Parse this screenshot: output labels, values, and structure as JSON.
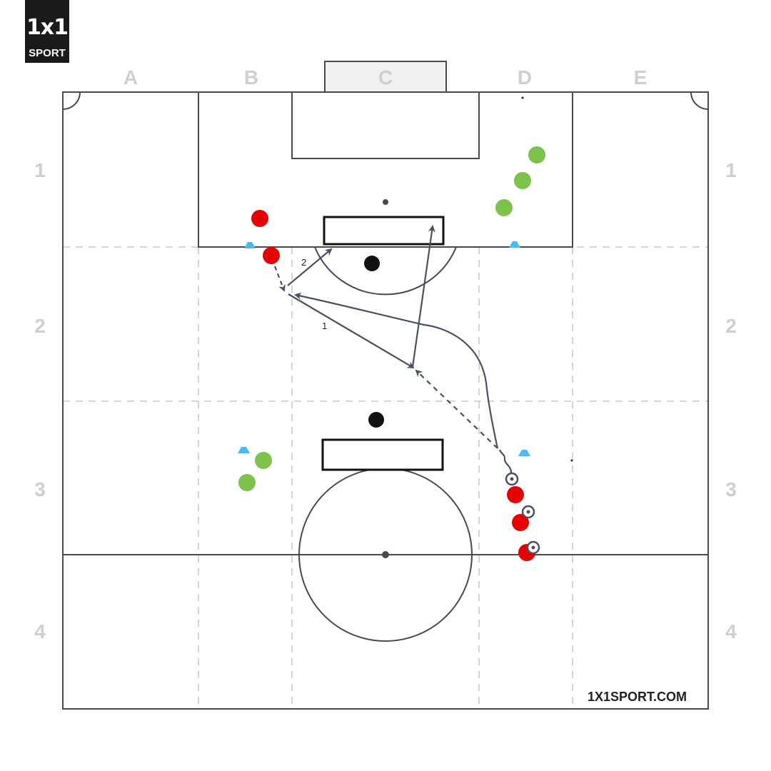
{
  "logo": {
    "mark": "1x1",
    "sub": "SPORT"
  },
  "column_labels": [
    "A",
    "B",
    "C",
    "D",
    "E"
  ],
  "row_labels": [
    "1",
    "2",
    "3",
    "4"
  ],
  "annotations": {
    "pass_1": "1",
    "pass_2": "2"
  },
  "website": "1X1SPORT.COM",
  "colors": {
    "line": "#4a4a4a",
    "grid_dash": "#bdbdbd",
    "arrow": "#4b5165",
    "red_player": "#e60000",
    "green_player": "#7dc24a",
    "cone": "#4fb8f0",
    "mini_goal": "#111111",
    "goal_fill": "#f0f0f0",
    "label": "#cfcfcf"
  },
  "icons": [
    "ball-icon",
    "cone-icon",
    "mini-goal",
    "coach-marker"
  ]
}
